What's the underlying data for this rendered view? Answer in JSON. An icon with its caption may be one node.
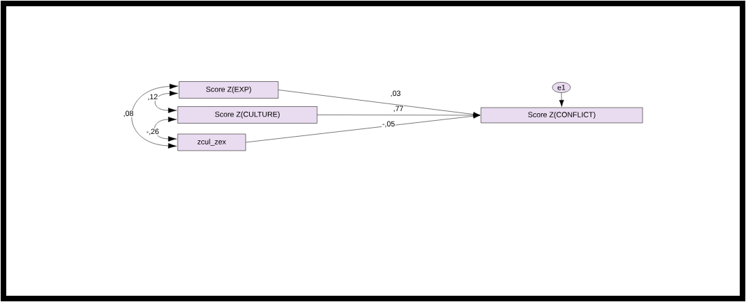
{
  "diagram": {
    "nodes": [
      {
        "text": [
          "Score Z(EXP)"
        ]
      },
      {
        "text": [
          "Score Z(CULTURE)"
        ]
      },
      {
        "text": [
          "zcul_zex"
        ]
      },
      {
        "text": [
          "Score Z(CONFLICT)"
        ]
      },
      {
        "text": [
          "e1"
        ]
      }
    ],
    "edges": [
      {
        "from": 0,
        "to": 3,
        "arrow": "to",
        "label": ",03"
      },
      {
        "from": 1,
        "to": 3,
        "arrow": "to",
        "label": ",77"
      },
      {
        "from": 2,
        "to": 3,
        "arrow": "to",
        "label": "-,05"
      },
      {
        "from": 4,
        "to": 3,
        "arrow": "to"
      },
      {
        "from": 0,
        "to": 1,
        "arrow": "both",
        "label": ",12"
      },
      {
        "from": 1,
        "to": 2,
        "arrow": "both",
        "label": "-,26"
      },
      {
        "from": 0,
        "to": 2,
        "arrow": "both",
        "label": ",08"
      }
    ]
  }
}
